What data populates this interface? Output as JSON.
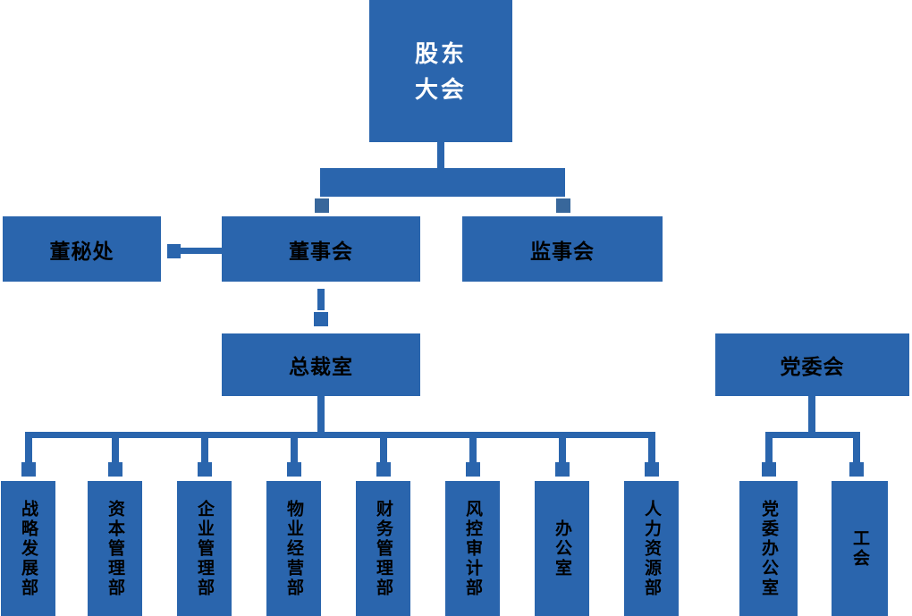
{
  "chart_title": "company-organization-chart",
  "colors": {
    "node_fill": "#2a65ad",
    "connector_fill": "#2a65ad",
    "junction_square_fill": "#38679b",
    "root_text": "#ffffff",
    "node_text": "#000000",
    "background": "#ffffff"
  },
  "nodes": {
    "root": {
      "label": "股东\n大会"
    },
    "board_secretary_office": {
      "label": "董秘处"
    },
    "board_of_directors": {
      "label": "董事会"
    },
    "supervisory_board": {
      "label": "监事会"
    },
    "president_office": {
      "label": "总裁室"
    },
    "party_committee": {
      "label": "党委会"
    },
    "departments": [
      "战略发展部",
      "资本管理部",
      "企业管理部",
      "物业经营部",
      "财务管理部",
      "风控审计部",
      "办公室",
      "人力资源部"
    ],
    "party_departments": [
      "党委办公室",
      "工会"
    ]
  }
}
